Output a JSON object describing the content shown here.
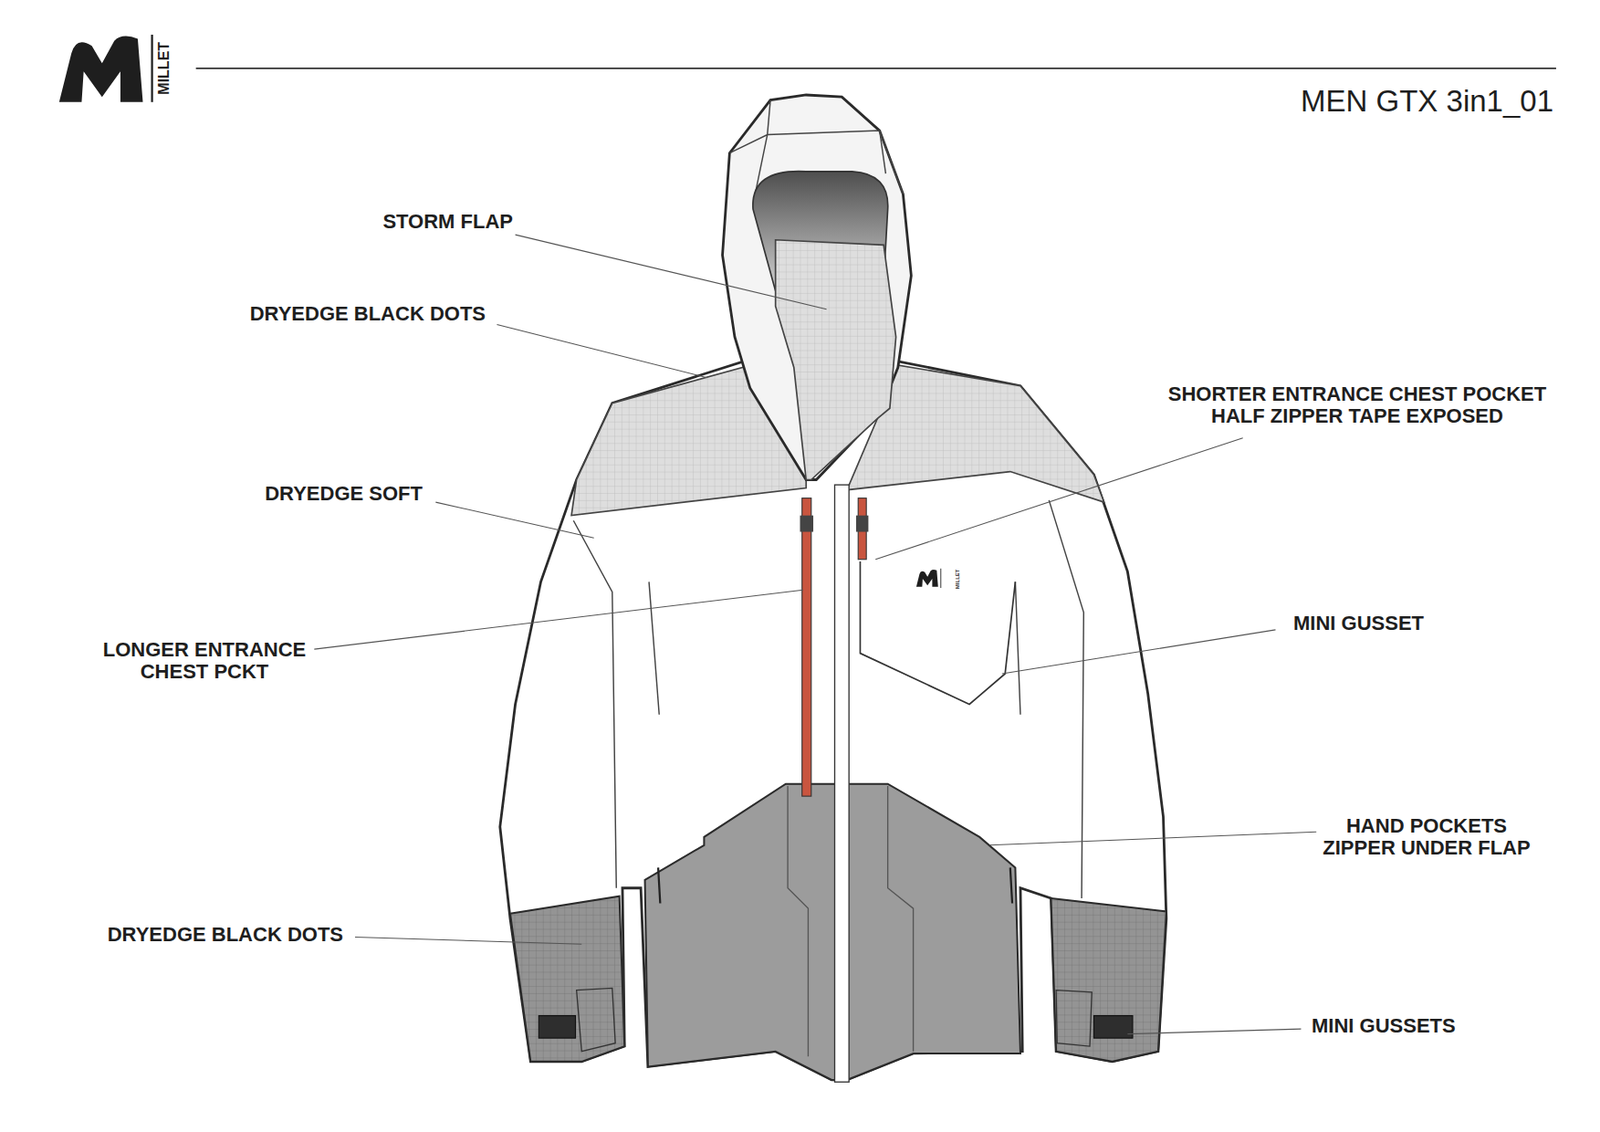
{
  "diagram": {
    "title": "MEN GTX 3in1_01",
    "labels": [
      "MILLET",
      "STORM FLAP",
      "DRYEDGE BLACK DOTS",
      "SHORTER ENTRANCE CHEST POCKET HALF ZIPPER TAPE EXPOSED",
      "DRYEDGE SOFT",
      "MILLET",
      "LONGER ENTRANCE CHEST PCKT",
      "MINI GUSSET",
      "HAND POCKETS ZIPPER UNDER FLAP",
      "DRYEDGE BLACK DOTS",
      "MINI GUSSETS"
    ]
  }
}
